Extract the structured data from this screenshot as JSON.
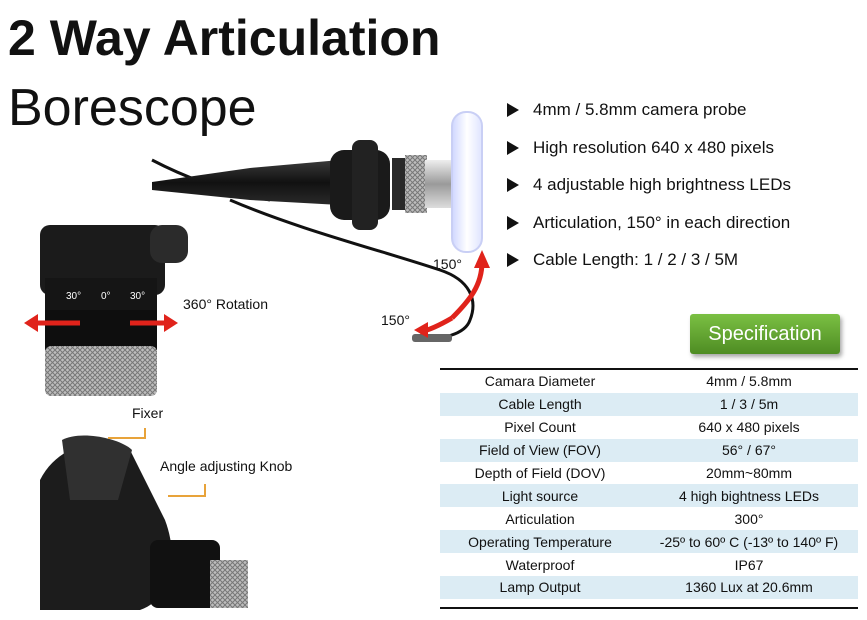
{
  "title": {
    "line1": "2 Way Articulation",
    "line2": "Borescope"
  },
  "features": [
    "4mm / 5.8mm camera probe",
    "High resolution 640 x 480 pixels",
    "4 adjustable high brightness LEDs",
    "Articulation, 150° in each direction",
    "Cable Length: 1 / 2 / 3 / 5M"
  ],
  "callouts": {
    "angle_top": "150°",
    "angle_bottom": "150°",
    "rotation": "360° Rotation",
    "fixer": "Fixer",
    "knob": "Angle adjusting Knob",
    "dial_ticks": [
      "30°",
      "0°",
      "30°"
    ]
  },
  "spec_button": "Specification",
  "specs": [
    {
      "name": "Camara Diameter",
      "value": "4mm / 5.8mm"
    },
    {
      "name": "Cable Length",
      "value": "1 / 3 / 5m"
    },
    {
      "name": "Pixel Count",
      "value": "640 x 480 pixels"
    },
    {
      "name": "Field of View (FOV)",
      "value": "56° / 67°"
    },
    {
      "name": "Depth of Field (DOV)",
      "value": "20mm~80mm"
    },
    {
      "name": "Light source",
      "value": "4 high bightness LEDs"
    },
    {
      "name": "Articulation",
      "value": "300°"
    },
    {
      "name": "Operating Temperature",
      "value": "-25º to 60º C (-13º to 140º F)"
    },
    {
      "name": "Waterproof",
      "value": "IP67"
    },
    {
      "name": "Lamp Output",
      "value": "1360 Lux at 20.6mm"
    }
  ],
  "colors": {
    "spec_button": "#5fa02f",
    "row_alt": "#dcecf4",
    "arrow": "#e0231b",
    "callout_line": "#e8a33a"
  }
}
